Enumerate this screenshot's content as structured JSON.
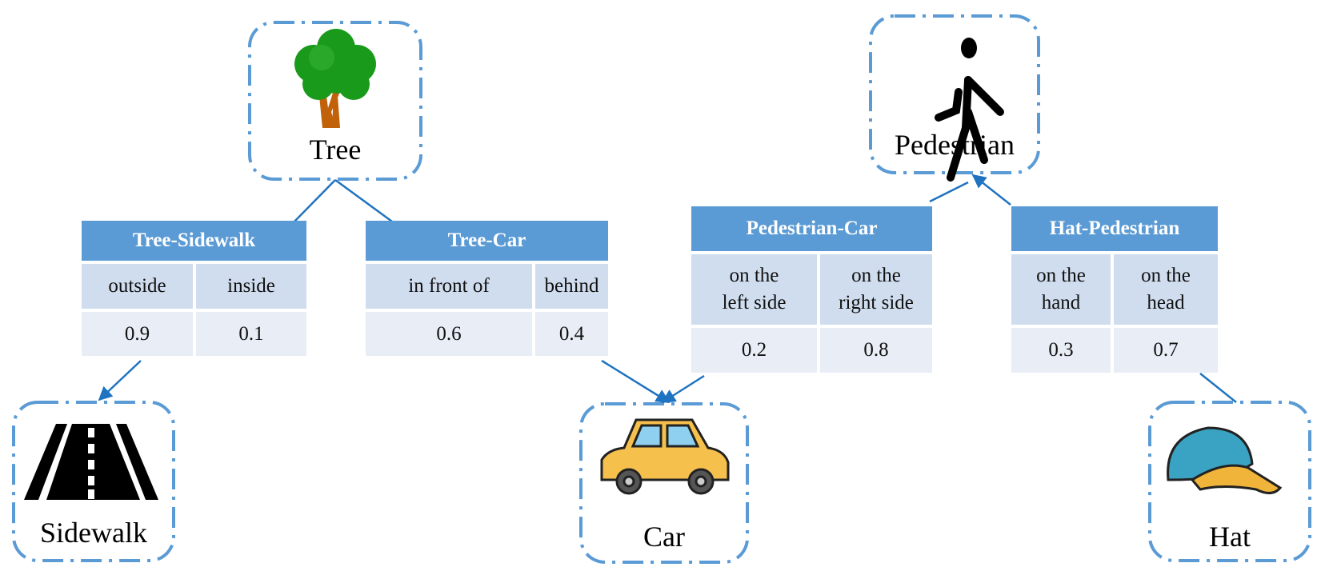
{
  "nodes": {
    "tree": {
      "label": "Tree",
      "icon": "tree-icon"
    },
    "pedestrian": {
      "label": "Pedestrian",
      "icon": "pedestrian-icon"
    },
    "sidewalk": {
      "label": "Sidewalk",
      "icon": "road-icon"
    },
    "car": {
      "label": "Car",
      "icon": "car-icon"
    },
    "hat": {
      "label": "Hat",
      "icon": "cap-icon"
    }
  },
  "relations": [
    {
      "title": "Tree-Sidewalk",
      "options": [
        "outside",
        "inside"
      ],
      "probs": [
        "0.9",
        "0.1"
      ]
    },
    {
      "title": "Tree-Car",
      "options": [
        "in front of",
        "behind"
      ],
      "probs": [
        "0.6",
        "0.4"
      ]
    },
    {
      "title": "Pedestrian-Car",
      "options": [
        "on the\nleft side",
        "on the\nright side"
      ],
      "probs": [
        "0.2",
        "0.8"
      ]
    },
    {
      "title": "Hat-Pedestrian",
      "options": [
        "on the\nhand",
        "on the\nhead"
      ],
      "probs": [
        "0.3",
        "0.7"
      ]
    }
  ],
  "colors": {
    "border": "#5b9bd5",
    "line": "#1f73c0",
    "header": "#5b9bd5"
  }
}
